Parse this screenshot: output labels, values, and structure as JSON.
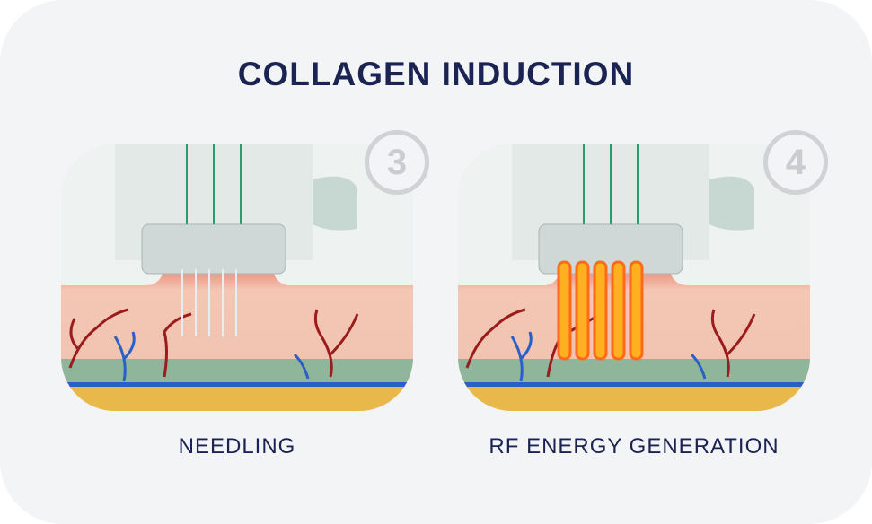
{
  "title": "COLLAGEN INDUCTION",
  "steps": [
    {
      "number": "3",
      "label": "NEEDLING"
    },
    {
      "number": "4",
      "label": "RF ENERGY GENERATION"
    }
  ],
  "colors": {
    "title": "#1b2352",
    "badge": "#cfd3d6",
    "skin": "#f2c2b0",
    "fat": "#e9b84a"
  }
}
